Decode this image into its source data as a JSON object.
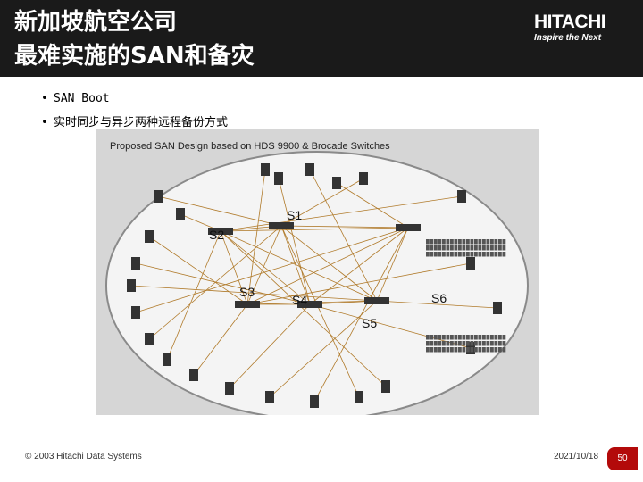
{
  "header": {
    "title_line1": "新加坡航空公司",
    "title_line2": "最难实施的SAN和备灾",
    "logo_brand": "HITACHI",
    "logo_tagline": "Inspire the Next"
  },
  "bullets": [
    "SAN Boot",
    "实时同步与异步两种远程备份方式"
  ],
  "diagram": {
    "title": "Proposed SAN Design based on HDS 9900 & Brocade Switches",
    "switch_labels": [
      "S1",
      "S2",
      "S3",
      "S4",
      "S5",
      "S6"
    ],
    "colors": {
      "background": "#d6d6d6",
      "ellipse": "#f4f4f4",
      "link_line": "#b07a2a",
      "device": "#333333"
    }
  },
  "footer": {
    "copyright": "© 2003 Hitachi Data Systems",
    "date": "2021/10/18",
    "page": "50"
  }
}
